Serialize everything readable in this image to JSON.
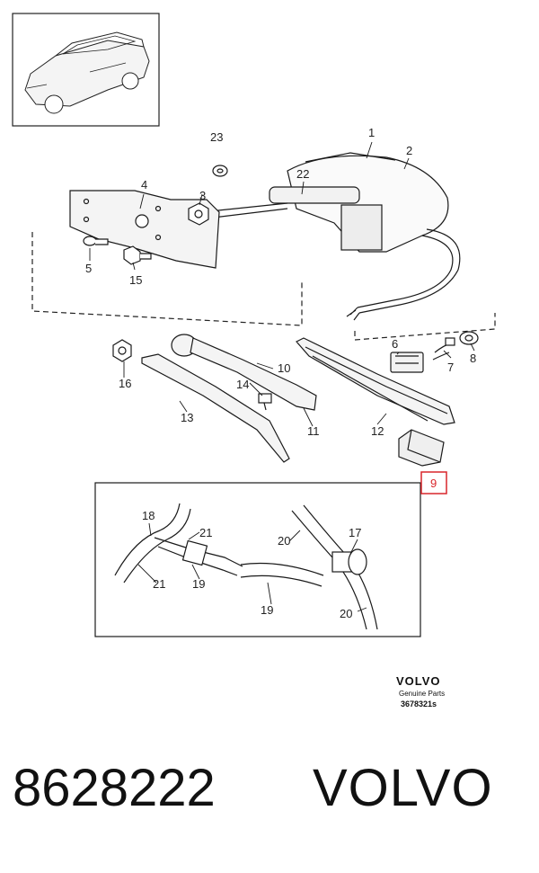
{
  "diagram": {
    "callouts": {
      "c1": "1",
      "c2": "2",
      "c3": "3",
      "c4": "4",
      "c5": "5",
      "c6": "6",
      "c7": "7",
      "c8": "8",
      "c9": "9",
      "c10": "10",
      "c11": "11",
      "c12": "12",
      "c13": "13",
      "c14": "14",
      "c15": "15",
      "c16": "16",
      "c22": "22",
      "c23": "23",
      "d18": "18",
      "d21a": "21",
      "d21b": "21",
      "d20a": "20",
      "d17": "17",
      "d19a": "19",
      "d19b": "19",
      "d20b": "20"
    },
    "highlighted_part": "9",
    "logo": {
      "brand": "VOLVO",
      "subtitle": "Genuine Parts",
      "code": "3678321s"
    }
  },
  "caption": {
    "part_number": "8628222",
    "brand": "VOLVO"
  },
  "colors": {
    "highlight": "#d9262b",
    "line": "#1a1a1a"
  }
}
